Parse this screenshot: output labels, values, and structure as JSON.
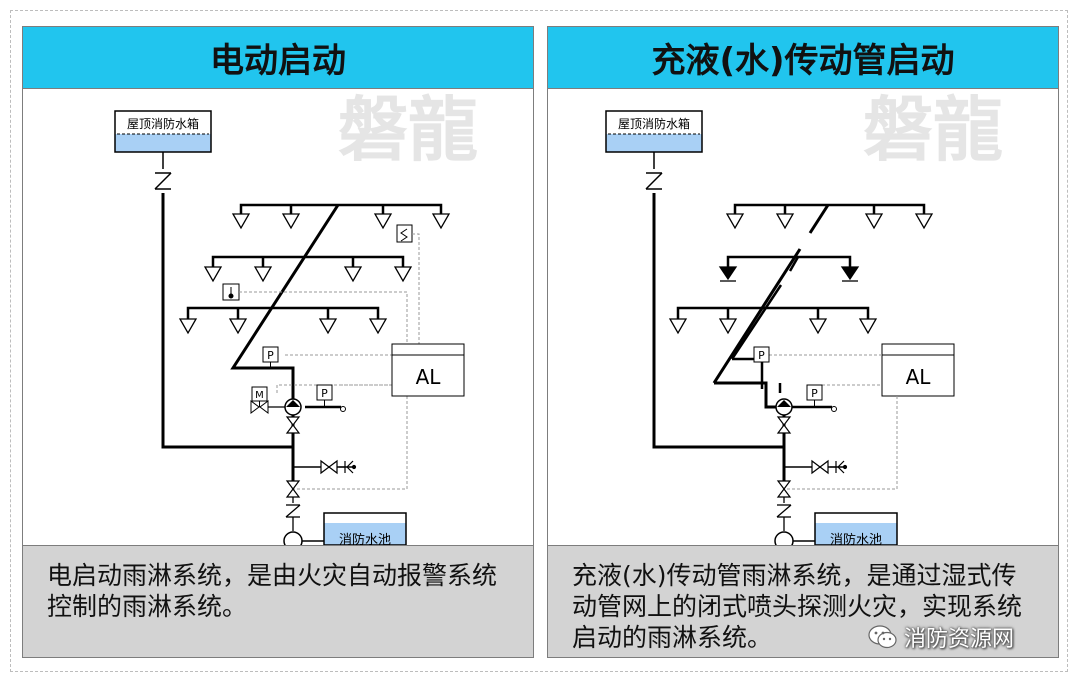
{
  "panels": [
    {
      "title": "电动启动",
      "description": "电启动雨淋系统，是由火灾自动报警系统控制的雨淋系统。",
      "watermark": "磐龍",
      "labels": {
        "roof_tank": "屋顶消防水箱",
        "pool": "消防水池",
        "alarm": "AL",
        "pressure": "P",
        "motor": "M"
      }
    },
    {
      "title": "充液(水)传动管启动",
      "description": "充液(水)传动管雨淋系统，是通过湿式传动管网上的闭式喷头探测火灾，实现系统启动的雨淋系统。",
      "watermark": "磐龍",
      "labels": {
        "roof_tank": "屋顶消防水箱",
        "pool": "消防水池",
        "alarm": "AL",
        "pressure": "P"
      }
    }
  ],
  "credit": "消防资源网",
  "colors": {
    "title_bar": "#21c5ee",
    "water": "#a9d0f5",
    "desc_bg": "#d3d3d3"
  }
}
